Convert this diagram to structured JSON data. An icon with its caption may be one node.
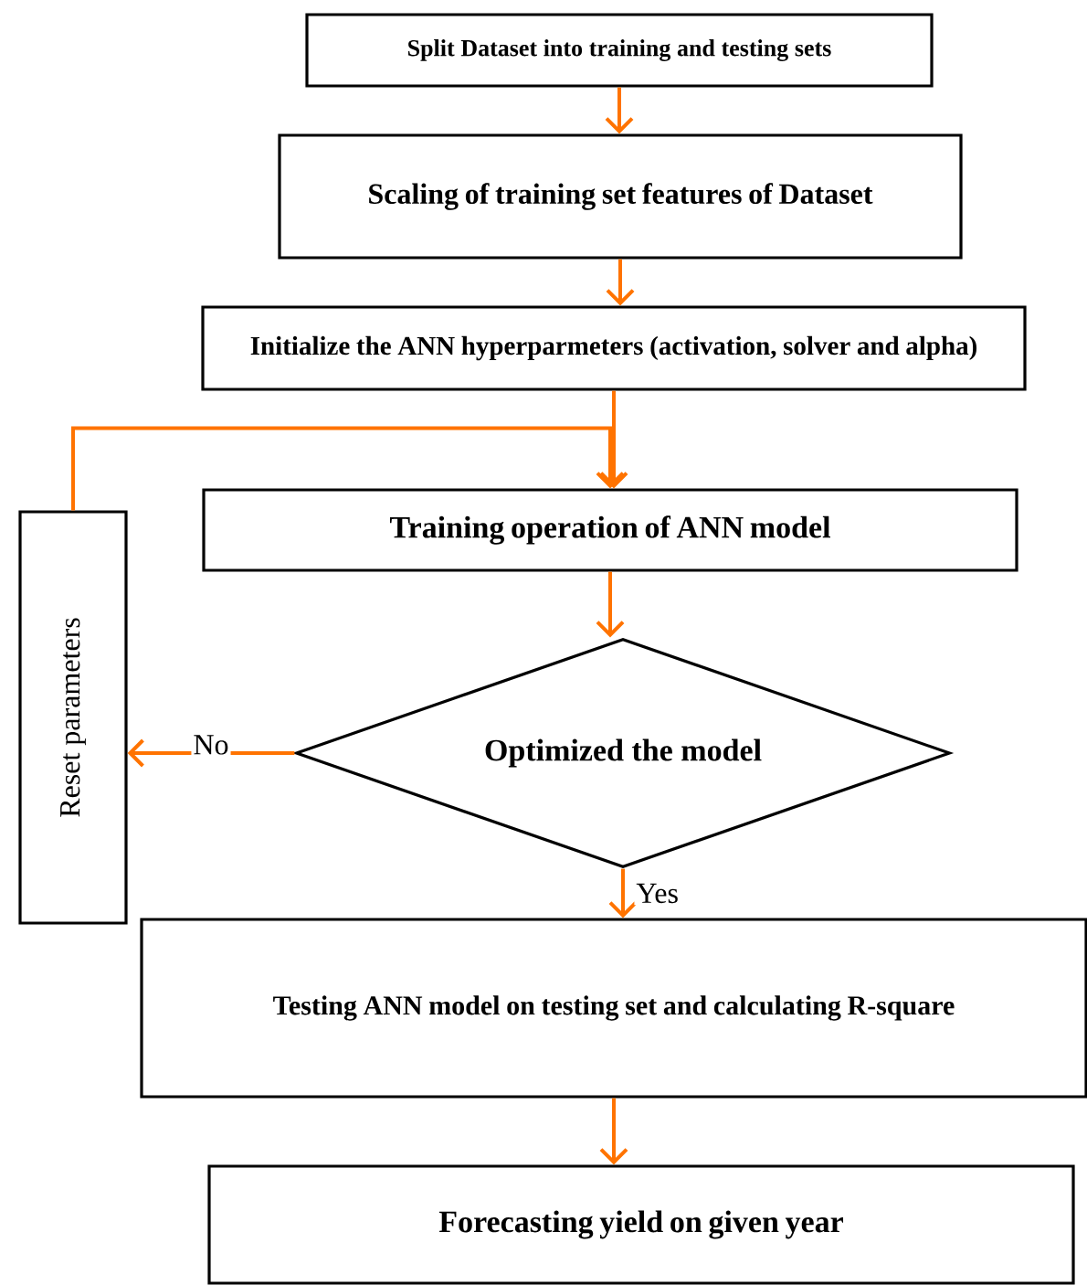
{
  "diagram": {
    "nodes": [
      {
        "text": [
          "Split Dataset into training and testing sets"
        ]
      },
      {
        "text": [
          "Scaling of training set features of Dataset"
        ]
      },
      {
        "text": [
          "Initialize the ANN hyperparmeters (activation, solver and alpha)"
        ]
      },
      {
        "text": [
          "Training operation of ANN model"
        ]
      },
      {
        "text": [
          "Optimized the model"
        ]
      },
      {
        "text": [
          "Reset parameters"
        ]
      },
      {
        "text": [
          "Testing ANN model on testing set and calculating R-square"
        ]
      },
      {
        "text": [
          "Forecasting yield on given year"
        ]
      }
    ],
    "edges": [
      {
        "from": 0,
        "to": 1,
        "arrow": "to"
      },
      {
        "from": 1,
        "to": 2,
        "arrow": "to"
      },
      {
        "from": 2,
        "to": 3,
        "arrow": "to"
      },
      {
        "from": 3,
        "to": 4,
        "arrow": "to"
      },
      {
        "from": 4,
        "to": 5,
        "arrow": "to",
        "label": "No"
      },
      {
        "from": 5,
        "to": 3,
        "arrow": "to"
      },
      {
        "from": 4,
        "to": 6,
        "arrow": "to",
        "label": "Yes"
      },
      {
        "from": 6,
        "to": 7,
        "arrow": "to"
      }
    ]
  }
}
